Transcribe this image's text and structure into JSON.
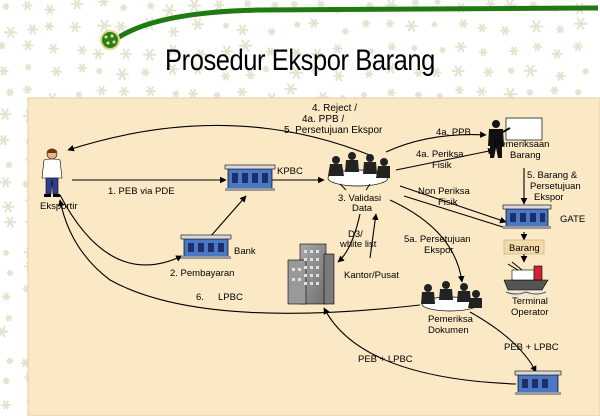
{
  "slide": {
    "title": "Prosedur Ekspor Barang"
  },
  "colors": {
    "panel": "#fbe9c6",
    "pattern": "#e3e4cf",
    "arrow": "#000000",
    "title_bar": "#1f7a12",
    "building": "#4a78c4",
    "tower": "#8a8a8a"
  },
  "actors": {
    "eksportir": "Eksportir",
    "kpbc": "KPBC",
    "bank": "Bank",
    "validasi_line1": "3. Validasi",
    "validasi_line2": "Data",
    "pemeriksaan_line1": "Pemeriksaan",
    "pemeriksaan_line2": "Barang",
    "gate": "GATE",
    "barang": "Barang",
    "terminal_line1": "Terminal",
    "terminal_line2": "Operator",
    "pemeriksa_line1": "Pemeriksa",
    "pemeriksa_line2": "Dokumen",
    "kantor_pusat": "Kantor/Pusat"
  },
  "flows": {
    "reject_line1": "4. Reject /",
    "reject_line2": "4a. PPB /",
    "reject_line3": "5. Persetujuan Ekspor",
    "peb_via_pde": "1. PEB via PDE",
    "pembayaran": "2. Pembayaran",
    "lpbc_num": "6.",
    "lpbc": "LPBC",
    "ppb_4a": "4a. PPB",
    "periksa_fisik_line1": "4a. Periksa",
    "periksa_fisik_line2": "Fisik",
    "non_periksa_line1": "Non Periksa",
    "non_periksa_line2": "Fisik",
    "barang_persetujuan_line1": "5. Barang &",
    "barang_persetujuan_line2": "Persetujuan",
    "barang_persetujuan_line3": "Ekspor",
    "d3_line1": "D3/",
    "d3_line2": "white list",
    "persetujuan_5a_line1": "5a. Persetujuan",
    "persetujuan_5a_line2": "Ekspor",
    "peb_lpbc_left": "PEB + LPBC",
    "peb_lpbc_right": "PEB + LPBC"
  }
}
